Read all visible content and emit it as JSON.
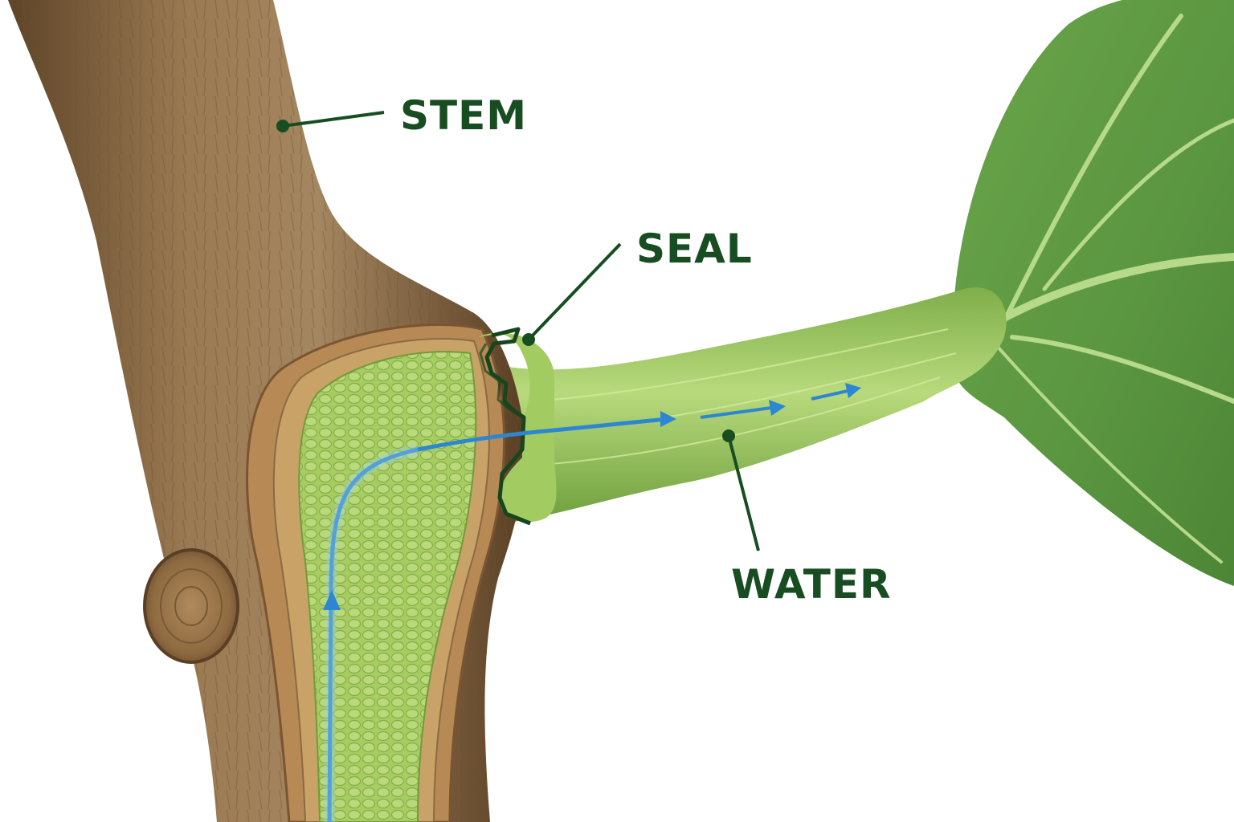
{
  "labels": {
    "stem": "STEM",
    "seal": "SEAL",
    "water": "WATER"
  },
  "colors": {
    "label_text": "#184d22",
    "leader_line": "#184d22",
    "water_flow": "#2d86d2",
    "bark": "#8a6a45",
    "tissue_green": "#9cc35a",
    "leaf": "#5c9a3e",
    "petiole": "#a7cf6a"
  },
  "icons": [
    "stem-dot-marker",
    "seal-dot-marker",
    "water-dot-marker",
    "water-flow-arrow-icon"
  ]
}
